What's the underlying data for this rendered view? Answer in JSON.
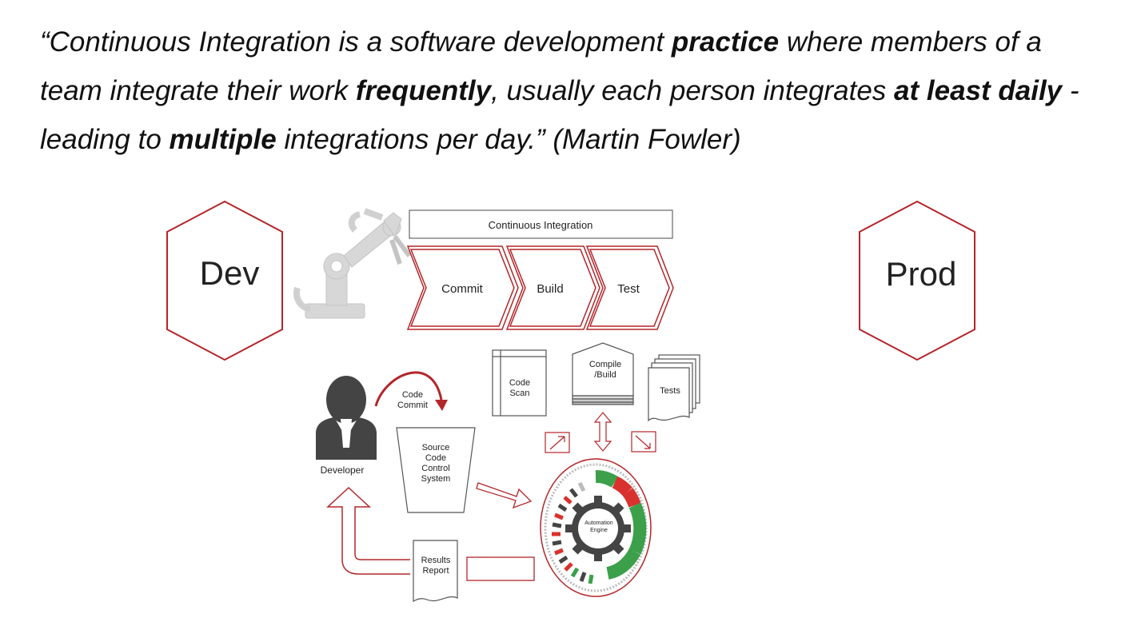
{
  "quote": {
    "segments": [
      {
        "text": "“Continuous Integration is a software development ",
        "bold": false
      },
      {
        "text": "practice",
        "bold": true
      },
      {
        "text": " where members of a team integrate their work ",
        "bold": false
      },
      {
        "text": "frequently",
        "bold": true
      },
      {
        "text": ", usually each person integrates ",
        "bold": false
      },
      {
        "text": "at least daily",
        "bold": true
      },
      {
        "text": " - leading to ",
        "bold": false
      },
      {
        "text": "multiple",
        "bold": true
      },
      {
        "text": " integrations per day.” (Martin Fowler)",
        "bold": false
      }
    ]
  },
  "diagram": {
    "dev": "Dev",
    "prod": "Prod",
    "ci_title": "Continuous Integration",
    "stages": [
      "Commit",
      "Build",
      "Test"
    ],
    "code_scan": [
      "Code",
      "Scan"
    ],
    "compile_build": [
      "Compile",
      "/Build"
    ],
    "tests": "Tests",
    "code_commit": [
      "Code",
      "Commit"
    ],
    "developer": "Developer",
    "source_control": [
      "Source",
      "Code",
      "Control",
      "System"
    ],
    "automation_engine": [
      "Automation",
      "Engine"
    ],
    "results_report": [
      "Results",
      "Report"
    ]
  },
  "colors": {
    "accent_red": "#c0282b",
    "green": "#3ca04a",
    "red_segment": "#d9322e",
    "gray_icon": "#d6d6d6",
    "dark_gray": "#444444"
  }
}
